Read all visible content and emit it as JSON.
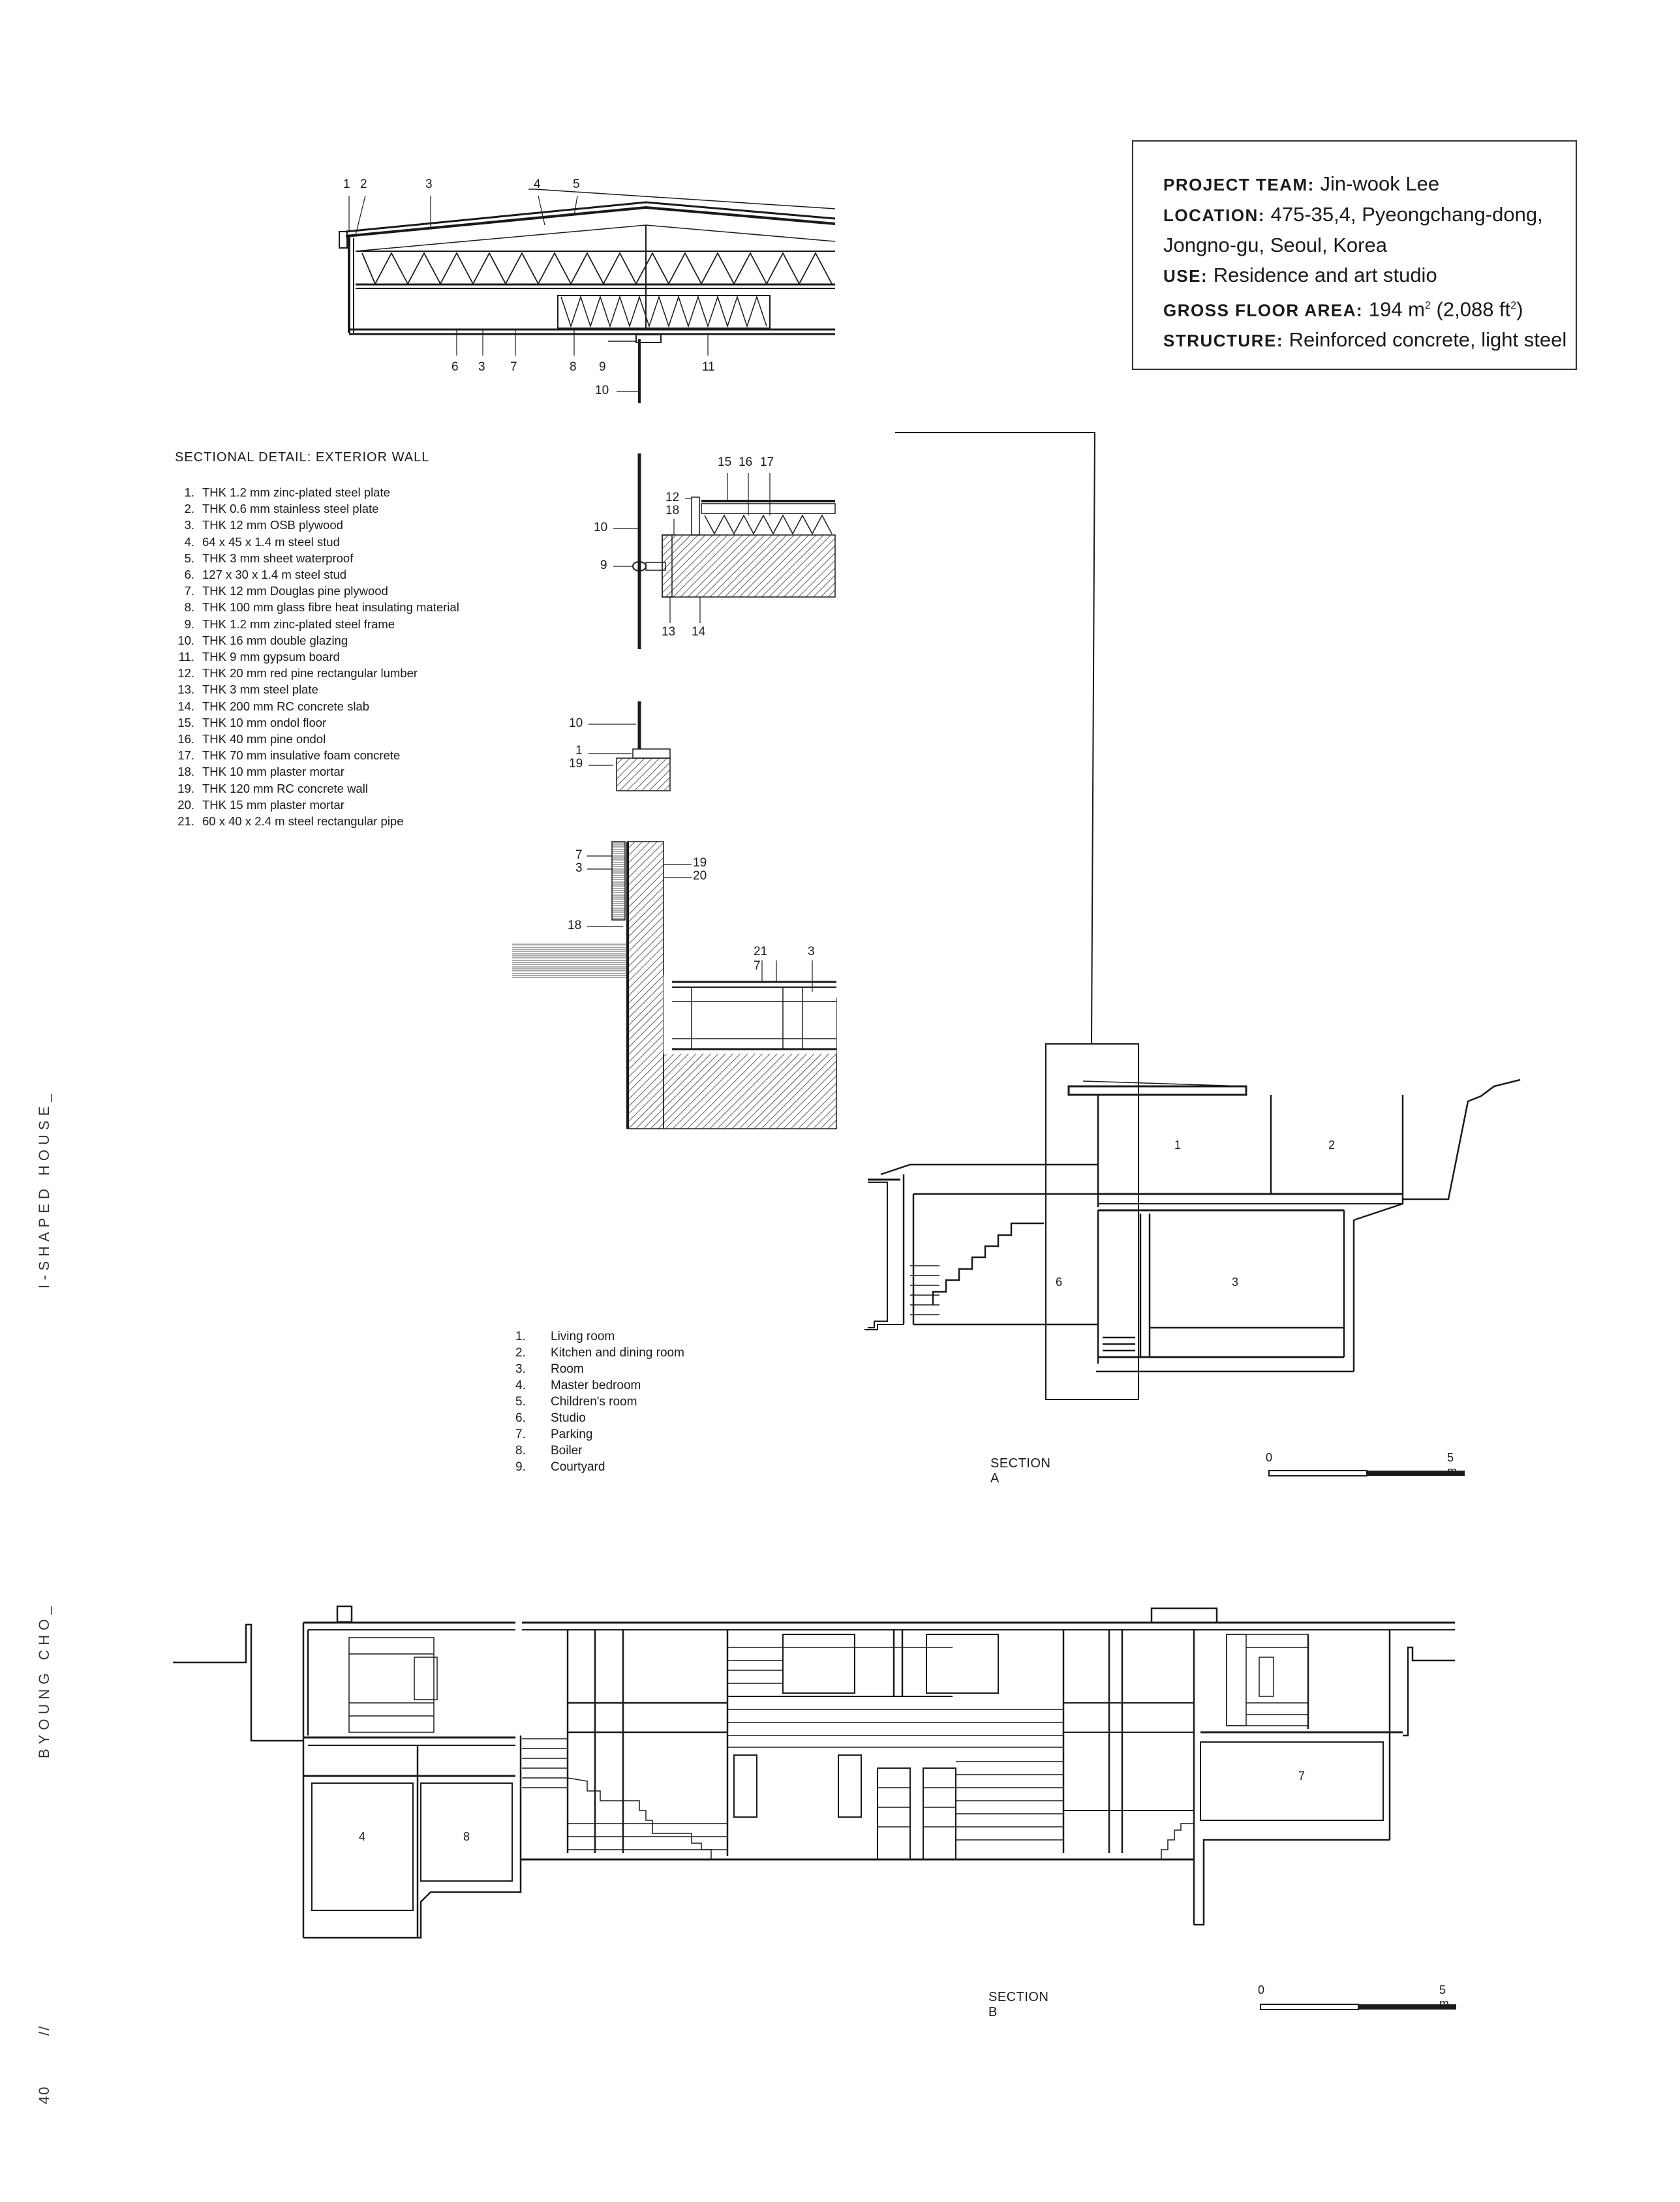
{
  "running_header": {
    "project": "I-SHAPED HOUSE_",
    "architect": "BYOUNG CHO_",
    "separator": "//",
    "page_number": "40"
  },
  "project_info": {
    "project_team_label": "PROJECT TEAM:",
    "project_team": "Jin-wook Lee",
    "location_label": "LOCATION:",
    "location_line1": "475-35,4, Pyeongchang-dong,",
    "location_line2": "Jongno-gu, Seoul, Korea",
    "use_label": "USE:",
    "use": "Residence and art studio",
    "gross_floor_area_label": "GROSS FLOOR AREA:",
    "gross_floor_area_m": "194 m",
    "gross_floor_area_ft": "(2,088 ft",
    "gross_floor_area_close": ")",
    "sup2": "2",
    "structure_label": "STRUCTURE:",
    "structure": "Reinforced concrete, light steel"
  },
  "sectional_detail": {
    "title": "SECTIONAL DETAIL: EXTERIOR WALL",
    "items": [
      {
        "num": "1.",
        "text": "THK 1.2 mm zinc-plated steel plate"
      },
      {
        "num": "2.",
        "text": "THK 0.6 mm stainless steel plate"
      },
      {
        "num": "3.",
        "text": "THK 12 mm OSB plywood"
      },
      {
        "num": "4.",
        "text": "64 x 45 x 1.4 m steel stud"
      },
      {
        "num": "5.",
        "text": "THK 3 mm sheet waterproof"
      },
      {
        "num": "6.",
        "text": "127 x 30 x 1.4 m steel stud"
      },
      {
        "num": "7.",
        "text": "THK 12 mm Douglas pine plywood"
      },
      {
        "num": "8.",
        "text": "THK 100 mm glass fibre heat insulating material"
      },
      {
        "num": "9.",
        "text": "THK 1.2 mm zinc-plated steel frame"
      },
      {
        "num": "10.",
        "text": "THK 16 mm double glazing"
      },
      {
        "num": "11.",
        "text": "THK 9 mm gypsum board"
      },
      {
        "num": "12.",
        "text": "THK 20 mm red pine rectangular lumber"
      },
      {
        "num": "13.",
        "text": "THK 3 mm steel plate"
      },
      {
        "num": "14.",
        "text": "THK 200 mm RC concrete slab"
      },
      {
        "num": "15.",
        "text": "THK 10 mm ondol floor"
      },
      {
        "num": "16.",
        "text": "THK 40 mm pine ondol"
      },
      {
        "num": "17.",
        "text": "THK 70 mm insulative foam concrete"
      },
      {
        "num": "18.",
        "text": "THK 10 mm plaster mortar"
      },
      {
        "num": "19.",
        "text": "THK 120 mm RC concrete wall"
      },
      {
        "num": "20.",
        "text": "THK 15 mm plaster mortar"
      },
      {
        "num": "21.",
        "text": "60 x 40 x 2.4 m steel rectangular pipe"
      }
    ],
    "roof_callouts_top": [
      "1",
      "2",
      "3",
      "4",
      "5"
    ],
    "roof_callouts_bottom": [
      "6",
      "3",
      "7",
      "8",
      "9",
      "11"
    ],
    "roof_callout_10": "10",
    "floor_callouts": {
      "c15": "15",
      "c16": "16",
      "c17": "17",
      "c12": "12",
      "c18": "18",
      "c10": "10",
      "c9": "9",
      "c13": "13",
      "c14": "14"
    },
    "sill_callouts": {
      "c10": "10",
      "c1": "1",
      "c19": "19"
    },
    "base_callouts": {
      "c7": "7",
      "c3": "3",
      "c19": "19",
      "c20": "20",
      "c18": "18",
      "c21_7": "21 7",
      "c3b": "3"
    }
  },
  "room_legend": {
    "items": [
      {
        "num": "1.",
        "label": "Living room"
      },
      {
        "num": "2.",
        "label": "Kitchen and dining room"
      },
      {
        "num": "3.",
        "label": "Room"
      },
      {
        "num": "4.",
        "label": "Master bedroom"
      },
      {
        "num": "5.",
        "label": "Children's room"
      },
      {
        "num": "6.",
        "label": "Studio"
      },
      {
        "num": "7.",
        "label": "Parking"
      },
      {
        "num": "8.",
        "label": "Boiler"
      },
      {
        "num": "9.",
        "label": "Courtyard"
      }
    ]
  },
  "section_a": {
    "label": "SECTION A",
    "rooms": {
      "r1": "1",
      "r2": "2",
      "r3": "3",
      "r6": "6"
    },
    "scale": {
      "start": "0",
      "end": "5 m"
    }
  },
  "section_b": {
    "label": "SECTION B",
    "rooms": {
      "r4": "4",
      "r8": "8",
      "r7": "7"
    },
    "scale": {
      "start": "0",
      "end": "5 m"
    }
  }
}
